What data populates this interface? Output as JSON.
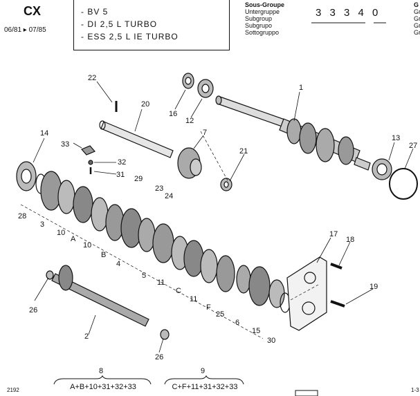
{
  "header": {
    "model": "CX",
    "dates": "06/81 ▸ 07/85",
    "lines": [
      "- BV 5",
      "- DI 2,5 L  TURBO",
      "- ESS  2,5 L IE TURBO"
    ],
    "subgroup_labels": [
      "Sous-Groupe",
      "Untergruppe",
      "Subgroup",
      "Subgrupo",
      "Sottogruppo"
    ],
    "code": "3 3 3 4 0",
    "group_labels": [
      "G",
      "Gr",
      "Gr",
      "Gr",
      "Gr"
    ]
  },
  "callouts": [
    "1",
    "2",
    "3",
    "4",
    "5",
    "6",
    "7",
    "8",
    "9",
    "10",
    "10",
    "11",
    "11",
    "12",
    "13",
    "14",
    "15",
    "16",
    "17",
    "18",
    "19",
    "20",
    "21",
    "22",
    "23",
    "24",
    "25",
    "26",
    "26",
    "27",
    "28",
    "29",
    "30",
    "31",
    "32",
    "33",
    "A",
    "B",
    "C",
    "F"
  ],
  "groups": [
    {
      "number": "8",
      "formula": "A+B+10+31+32+33"
    },
    {
      "number": "9",
      "formula": "C+F+11+31+32+33"
    }
  ],
  "footer": {
    "left": "2192",
    "right": "1-3"
  }
}
